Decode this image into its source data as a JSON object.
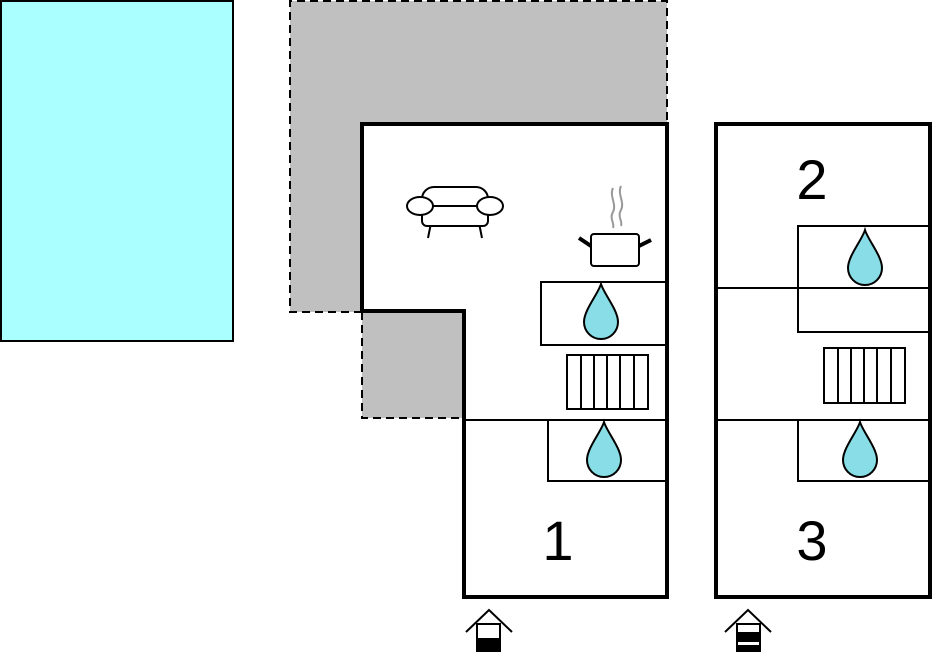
{
  "floorplan": {
    "rooms": [
      {
        "id": "1",
        "label": "1"
      },
      {
        "id": "2",
        "label": "2"
      },
      {
        "id": "3",
        "label": "3"
      }
    ],
    "colors": {
      "pool": "#aaffff",
      "terrace": "#c0c0c0",
      "water_drop": "#88dde6",
      "walls": "#000000"
    },
    "icons": [
      "pool",
      "terrace",
      "sofa-icon",
      "cooking-pot-icon",
      "water-drop-icon",
      "radiator-icon",
      "entrance-icon"
    ]
  }
}
